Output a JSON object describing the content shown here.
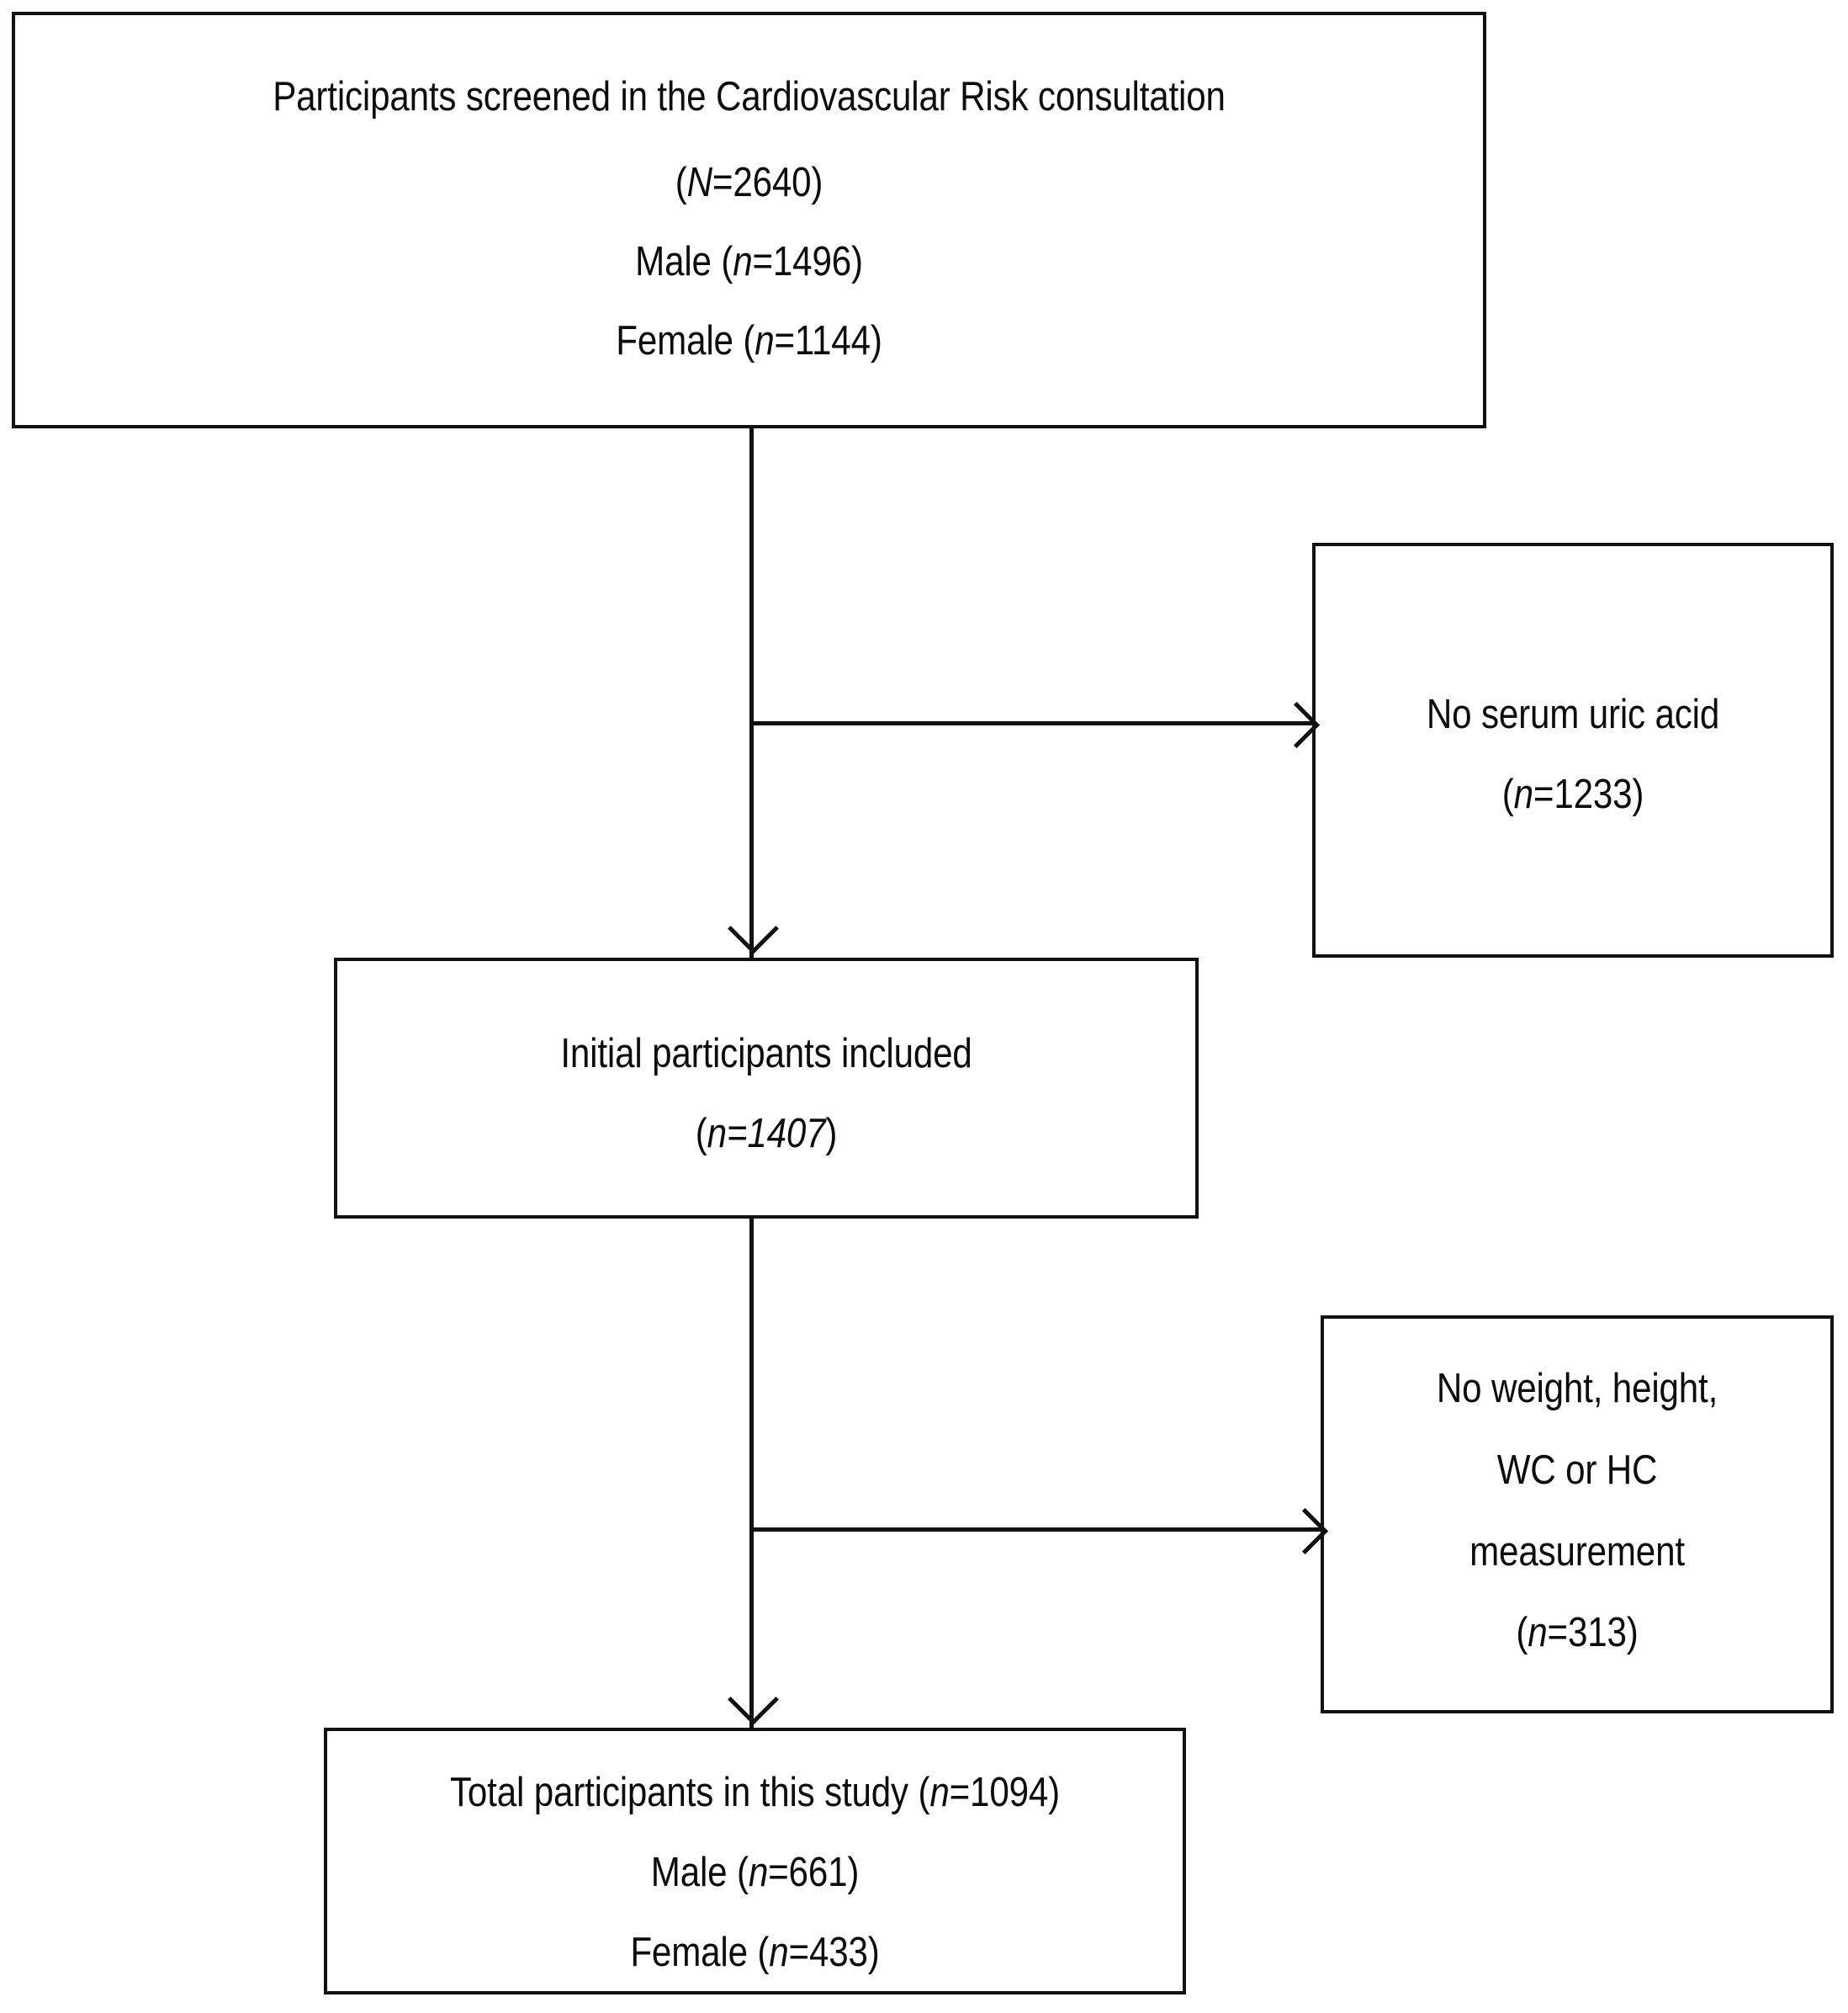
{
  "diagram": {
    "title": "Participant selection flow diagram",
    "type": "flowchart",
    "nodes": {
      "screened": {
        "id": "screened-box",
        "lines": [
          {
            "text": "Participants screened in the Cardiovascular  Risk consultation"
          },
          {
            "pre": "(",
            "italic": "N",
            "post": "=2640)"
          },
          {
            "pre": "Male (",
            "italic": "n",
            "post": "=1496)"
          },
          {
            "pre": "Female (",
            "italic": "n",
            "post": "=1144)"
          }
        ]
      },
      "no_uric_acid": {
        "id": "no-serum-uric-acid-box",
        "lines": [
          {
            "text": "No serum uric acid"
          },
          {
            "pre": "(",
            "italic": "n",
            "post": "=1233)"
          }
        ]
      },
      "initial_included": {
        "id": "initial-participants-included-box",
        "lines": [
          {
            "text": "Initial participants included"
          },
          {
            "pre": "(",
            "italic": "n=1407",
            "post": ")"
          }
        ]
      },
      "no_measurement": {
        "id": "no-measurement-box",
        "lines": [
          {
            "text": "No weight, height,"
          },
          {
            "text": "WC or HC"
          },
          {
            "text": "measurement"
          },
          {
            "pre": "(",
            "italic": "n",
            "post": "=313)"
          }
        ]
      },
      "total_participants": {
        "id": "total-participants-box",
        "lines": [
          {
            "pre": "Total participants in this study (",
            "italic": "n",
            "post": "=1094)"
          },
          {
            "pre": "Male (",
            "italic": "n",
            "post": "=661)"
          },
          {
            "pre": "Female (",
            "italic": "n",
            "post": "=433)"
          }
        ]
      }
    },
    "edges": [
      {
        "name": "screened-to-initial",
        "from": "screened",
        "to": "initial_included",
        "direction": "down"
      },
      {
        "name": "screened-to-no-uric-acid",
        "from": "screened",
        "to": "no_uric_acid",
        "direction": "right"
      },
      {
        "name": "initial-to-total",
        "from": "initial_included",
        "to": "total_participants",
        "direction": "down"
      },
      {
        "name": "initial-to-no-measurement",
        "from": "initial_included",
        "to": "no_measurement",
        "direction": "right"
      }
    ],
    "colors": {
      "stroke": "#111111",
      "text": "#0c0c0c",
      "background": "#ffffff"
    }
  }
}
